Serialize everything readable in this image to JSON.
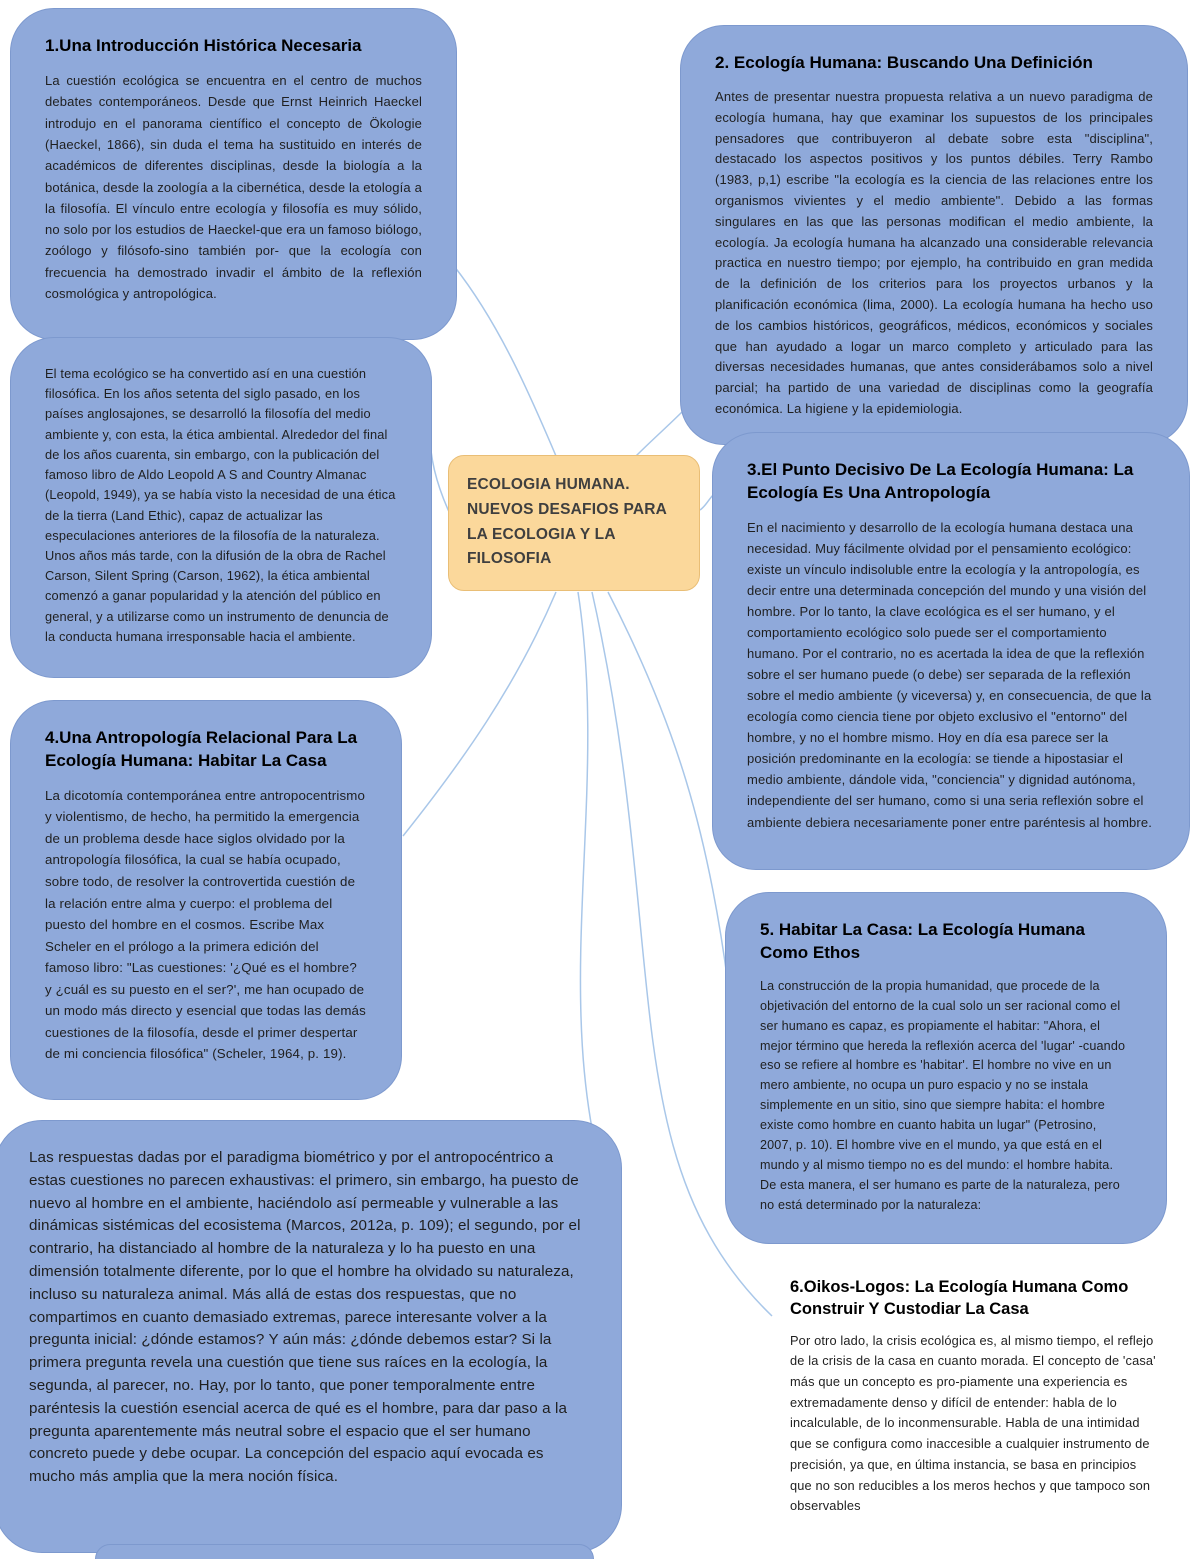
{
  "colors": {
    "node_fill": "#8FA9DA",
    "node_border": "#7D99CE",
    "center_fill": "#FBD89B",
    "center_border": "#E9BE76",
    "connector": "#A9C7E9",
    "heading_text": "#000000",
    "body_text": "#1F1F1F"
  },
  "center": {
    "title": "ECOLOGIA HUMANA. NUEVOS DESAFIOS PARA LA ECOLOGIA Y LA FILOSOFIA"
  },
  "nodes": {
    "intro": {
      "title": "1.Una Introducción Histórica Necesaria",
      "body": "La cuestión ecológica se encuentra en el centro de muchos debates contemporáneos. Desde que Ernst Heinrich Haeckel introdujo en el panorama científico el concepto de Ökologie (Haeckel, 1866), sin duda el tema ha sustituido en interés de académicos de diferentes disciplinas, desde la biología a la botánica, desde la zoología a la cibernética, desde la etología a la filosofía. El vínculo entre ecología y filosofía es muy sólido, no solo por los estudios de Haeckel-que era un famoso biólogo, zoólogo y filósofo-sino también por- que la ecología con frecuencia ha demostrado invadir el ámbito de la reflexión cosmológica y antropológica."
    },
    "intro_cont": {
      "body": "El tema ecológico se ha convertido así en una cuestión filosófica. En los años setenta del siglo pasado, en los países anglosajones, se desarrolló la filosofía del medio ambiente y, con esta, la ética ambiental. Alrededor del final de los años cuarenta, sin embargo, con la publicación del famoso libro de Aldo Leopold A S and Country Almanac (Leopold, 1949), ya se había visto la necesidad de una ética de la tierra (Land Ethic), capaz de actualizar las especulaciones anteriores de la filosofía de la naturaleza. Unos años más tarde, con la difusión de la obra de Rachel Carson, Silent Spring (Carson, 1962), la ética ambiental comenzó a ganar popularidad y la atención del público en general, y a utilizarse como un instrumento de denuncia de la conducta humana irresponsable hacia el ambiente."
    },
    "definicion": {
      "title": "2. Ecología Humana: Buscando Una Definición",
      "body": "Antes de presentar nuestra propuesta relativa a un nuevo paradigma de ecología humana, hay que examinar los supuestos de los principales pensadores que contribuyeron al debate sobre esta \"disciplina\", destacado los aspectos positivos y los puntos débiles. Terry Rambo (1983, p,1) escribe \"la ecología es la ciencia de las relaciones entre los organismos vivientes y el medio ambiente\". Debido a las formas singulares en las que las personas modifican el medio ambiente, la ecología. Ja ecología humana ha alcanzado una considerable relevancia practica en nuestro tiempo; por ejemplo, ha contribuido en gran medida de la definición de los criterios para los proyectos urbanos y la planificación económica (lima, 2000). La ecología humana ha hecho uso de los cambios históricos, geográficos, médicos, económicos y sociales que han ayudado a logar un marco completo y articulado para las diversas necesidades humanas, que antes considerábamos solo a nivel parcial; ha partido de una variedad de disciplinas como la geografía económica. La higiene y la epidemiologia."
    },
    "punto_decisivo": {
      "title": "3.El Punto Decisivo De La Ecología Humana: La Ecología Es Una Antropología",
      "body": "En el nacimiento y desarrollo de la ecología humana destaca una necesidad. Muy fácilmente olvidad por el pensamiento ecológico: existe un vínculo indisoluble entre la ecología y la antropología, es decir entre una determinada concepción del mundo y una visión del hombre. Por lo tanto, la clave ecológica es el ser humano, y el comportamiento ecológico solo puede ser el comportamiento humano. Por el contrario, no es acertada la idea de que la reflexión sobre el ser humano puede (o debe) ser separada de la reflexión sobre el medio ambiente (y viceversa) y, en consecuencia, de que la ecología como ciencia tiene por objeto exclusivo el \"entorno\" del hombre, y no el hombre mismo. Hoy en día esa parece ser la posición predominante en la ecología: se tiende a hipostasiar el medio ambiente, dándole vida, \"conciencia\" y dignidad autónoma, independiente del ser humano, como si una seria reflexión sobre el ambiente debiera necesariamente poner entre paréntesis al hombre."
    },
    "antropologia_relacional": {
      "title": "4.Una Antropología Relacional Para La Ecología Humana: Habitar La Casa",
      "body": "La dicotomía contemporánea entre antropocentrismo y violentismo, de hecho, ha permitido la emergencia de un problema desde hace siglos olvidado por la antropología filosófica, la cual se había ocupado, sobre todo, de resolver la controvertida cuestión de la relación entre alma y cuerpo: el problema del puesto del hombre en el cosmos. Escribe Max Scheler en el prólogo a la primera edición del famoso libro: \"Las cuestiones: '¿Qué es el hombre? y ¿cuál es su puesto en el ser?', me han ocupado de un modo más directo y esencial que todas las demás cuestiones de la filosofía, desde el primer despertar de mi conciencia filosófica\" (Scheler, 1964, p. 19)."
    },
    "habitar_ethos": {
      "title": "5. Habitar La Casa: La Ecología Humana Como Ethos",
      "body": "La construcción de la propia humanidad, que procede de la objetivación del entorno de la cual solo un ser racional como el ser humano es capaz, es propiamente el habitar: \"Ahora, el mejor término que hereda la reflexión acerca del 'lugar' -cuando eso se refiere al hombre es 'habitar'. El hombre no vive en un mero ambiente, no ocupa un puro espacio y no se instala simplemente en un sitio, sino que siempre habita: el hombre existe como hombre en cuanto habita un lugar\" (Petrosino, 2007, p. 10). El hombre vive en el mundo, ya que está en el mundo y al mismo tiempo no es del mundo: el hombre habita. De esta manera, el ser humano es parte de la naturaleza, pero no está determinado por la naturaleza:"
    },
    "oikos_logos": {
      "title": "6.Oikos-Logos: La Ecología Humana Como Construir Y Custodiar La Casa",
      "body": "Por otro lado, la crisis ecológica es, al mismo tiempo, el reflejo de la crisis de la casa en cuanto morada. El concepto de 'casa' más que un concepto es pro-piamente una experiencia es extremadamente denso y difícil de entender: habla de lo incalculable, de lo inconmensurable. Habla de una intimidad que se configura como inaccesible a cualquier instrumento de precisión, ya que, en última instancia, se basa en principios que no son reducibles a los meros hechos y que tampoco son observables"
    },
    "respuestas": {
      "body": "Las respuestas dadas por el paradigma biométrico y por el antropocéntrico a estas cuestiones no parecen exhaustivas: el primero, sin embargo, ha puesto de nuevo al hombre en el ambiente, haciéndolo así permeable y vulnerable a las dinámicas sistémicas del ecosistema (Marcos, 2012a, p. 109); el segundo, por el contrario, ha distanciado al hombre de la naturaleza y lo ha puesto en una dimensión totalmente diferente, por lo que el hombre ha olvidado su naturaleza, incluso su naturaleza animal. Más allá de estas dos respuestas, que no compartimos en cuanto demasiado extremas, parece interesante volver a la pregunta inicial: ¿dónde estamos? Y aún más: ¿dónde debemos estar? Si la primera pregunta revela una cuestión que tiene sus raíces en la ecología, la segunda, al parecer, no. Hay, por lo tanto, que poner temporalmente entre paréntesis la cuestión esencial acerca de qué es el hombre, para dar paso a la pregunta aparentemente más neutral sobre el espacio que el ser humano concreto puede y debe ocupar. La concepción del espacio aquí evocada es mucho más amplia que la mera noción física."
    }
  }
}
